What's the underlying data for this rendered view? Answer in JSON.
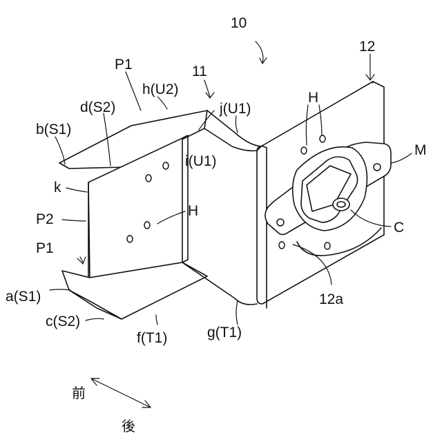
{
  "labels": {
    "assembly": "10",
    "plate": "12",
    "bracket": "11",
    "flange_top": "P1",
    "flange_bottom": "P1",
    "web": "P2",
    "edge_k": "k",
    "edge_a": "a(S1)",
    "edge_b": "b(S1)",
    "edge_c": "c(S2)",
    "edge_d": "d(S2)",
    "edge_f": "f(T1)",
    "edge_g": "g(T1)",
    "edge_h": "h(U2)",
    "edge_i": "i(U1)",
    "edge_j": "j(U1)",
    "hole_plate": "H",
    "hole_web": "H",
    "motor": "M",
    "shaft": "C",
    "opening": "12a"
  },
  "direction": {
    "front": "前",
    "rear": "後"
  }
}
